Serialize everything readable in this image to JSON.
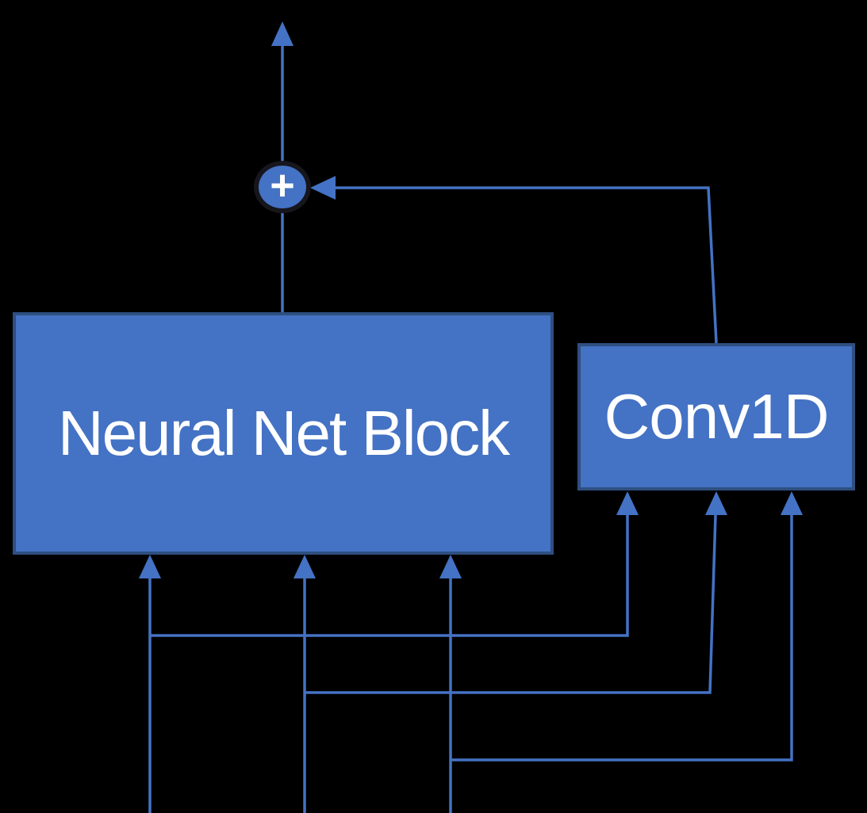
{
  "canvas": {
    "background": "#000000"
  },
  "colors": {
    "node_fill": "#4472C4",
    "node_border": "#2E4F80",
    "connector": "#4472C4",
    "sum_ring": "#16161C",
    "label_text": "#FFFFFF",
    "canvas_bg": "#000000"
  },
  "nodes": {
    "neural_net_block": {
      "label": "Neural Net Block"
    },
    "conv1d": {
      "label": "Conv1D"
    },
    "sum": {
      "label": "+"
    }
  },
  "edges": [
    {
      "id": "sum-to-output",
      "from": "sum",
      "to": "output-top",
      "arrow": true
    },
    {
      "id": "neural-net-block-to-sum",
      "from": "neural_net_block",
      "to": "sum",
      "arrow": false
    },
    {
      "id": "conv1d-to-sum",
      "from": "conv1d",
      "to": "sum",
      "arrow": true
    },
    {
      "id": "input-1-to-neural-net-block",
      "from": "input-1",
      "to": "neural_net_block",
      "arrow": true
    },
    {
      "id": "input-2-to-neural-net-block",
      "from": "input-2",
      "to": "neural_net_block",
      "arrow": true
    },
    {
      "id": "input-3-to-neural-net-block",
      "from": "input-3",
      "to": "neural_net_block",
      "arrow": true
    },
    {
      "id": "input-1-to-conv1d",
      "from": "input-1",
      "to": "conv1d",
      "arrow": true
    },
    {
      "id": "input-2-to-conv1d",
      "from": "input-2",
      "to": "conv1d",
      "arrow": true
    },
    {
      "id": "input-3-to-conv1d",
      "from": "input-3",
      "to": "conv1d",
      "arrow": true
    }
  ]
}
